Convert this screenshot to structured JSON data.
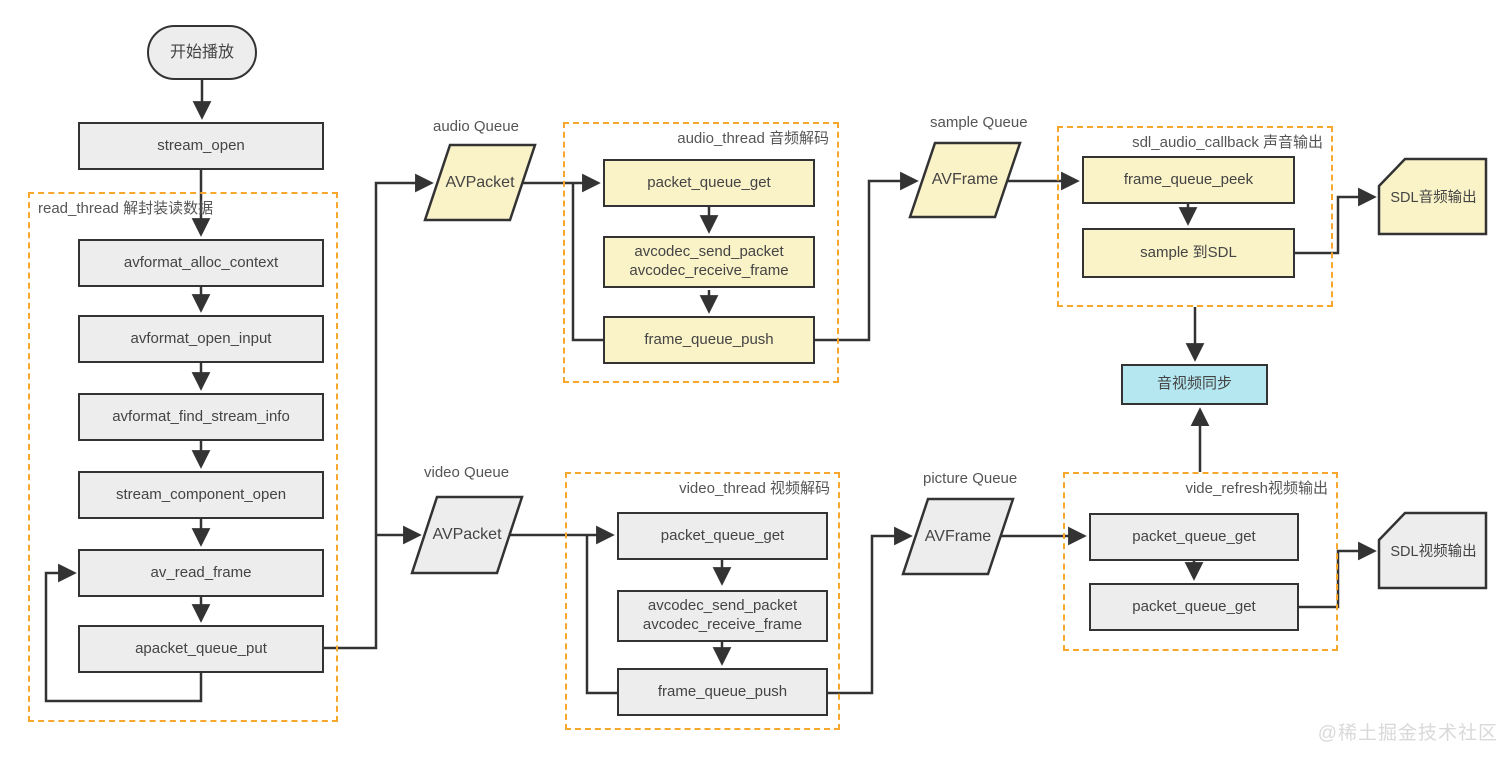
{
  "colors": {
    "group_border_orange": "#f7a72b",
    "audio_path_yellow": "#faf3c8",
    "video_path_gray": "#ededed",
    "sync_blue": "#b5e7f0",
    "line_dark": "#333333",
    "watermark_gray": "#d9d9d9"
  },
  "nodes": {
    "start": "开始播放",
    "stream_open": "stream_open",
    "read_thread_label": "read_thread 解封装读数据",
    "read_steps": [
      "avformat_alloc_context",
      "avformat_open_input",
      "avformat_find_stream_info",
      "stream_component_open",
      "av_read_frame",
      "apacket_queue_put"
    ],
    "audio_queue_label": "audio Queue",
    "audio_queue_item": "AVPacket",
    "video_queue_label": "video Queue",
    "video_queue_item": "AVPacket",
    "sample_queue_label": "sample Queue",
    "sample_queue_item": "AVFrame",
    "picture_queue_label": "picture Queue",
    "picture_queue_item": "AVFrame",
    "audio_thread_label": "audio_thread 音频解码",
    "audio_steps": {
      "get": "packet_queue_get",
      "codec1": "avcodec_send_packet",
      "codec2": "avcodec_receive_frame",
      "push": "frame_queue_push"
    },
    "video_thread_label": "video_thread 视频解码",
    "video_steps": {
      "get": "packet_queue_get",
      "codec1": "avcodec_send_packet",
      "codec2": "avcodec_receive_frame",
      "push": "frame_queue_push"
    },
    "sdl_audio_label": "sdl_audio_callback 声音输出",
    "sdl_audio_steps": {
      "peek": "frame_queue_peek",
      "to_sdl": "sample 到SDL"
    },
    "vide_refresh_label": "vide_refresh视频输出",
    "vide_refresh_steps": {
      "get1": "packet_queue_get",
      "get2": "packet_queue_get"
    },
    "sync": "音视频同步",
    "sdl_audio_out": "SDL音频输出",
    "sdl_video_out": "SDL视频输出"
  },
  "watermark": "@稀土掘金技术社区"
}
